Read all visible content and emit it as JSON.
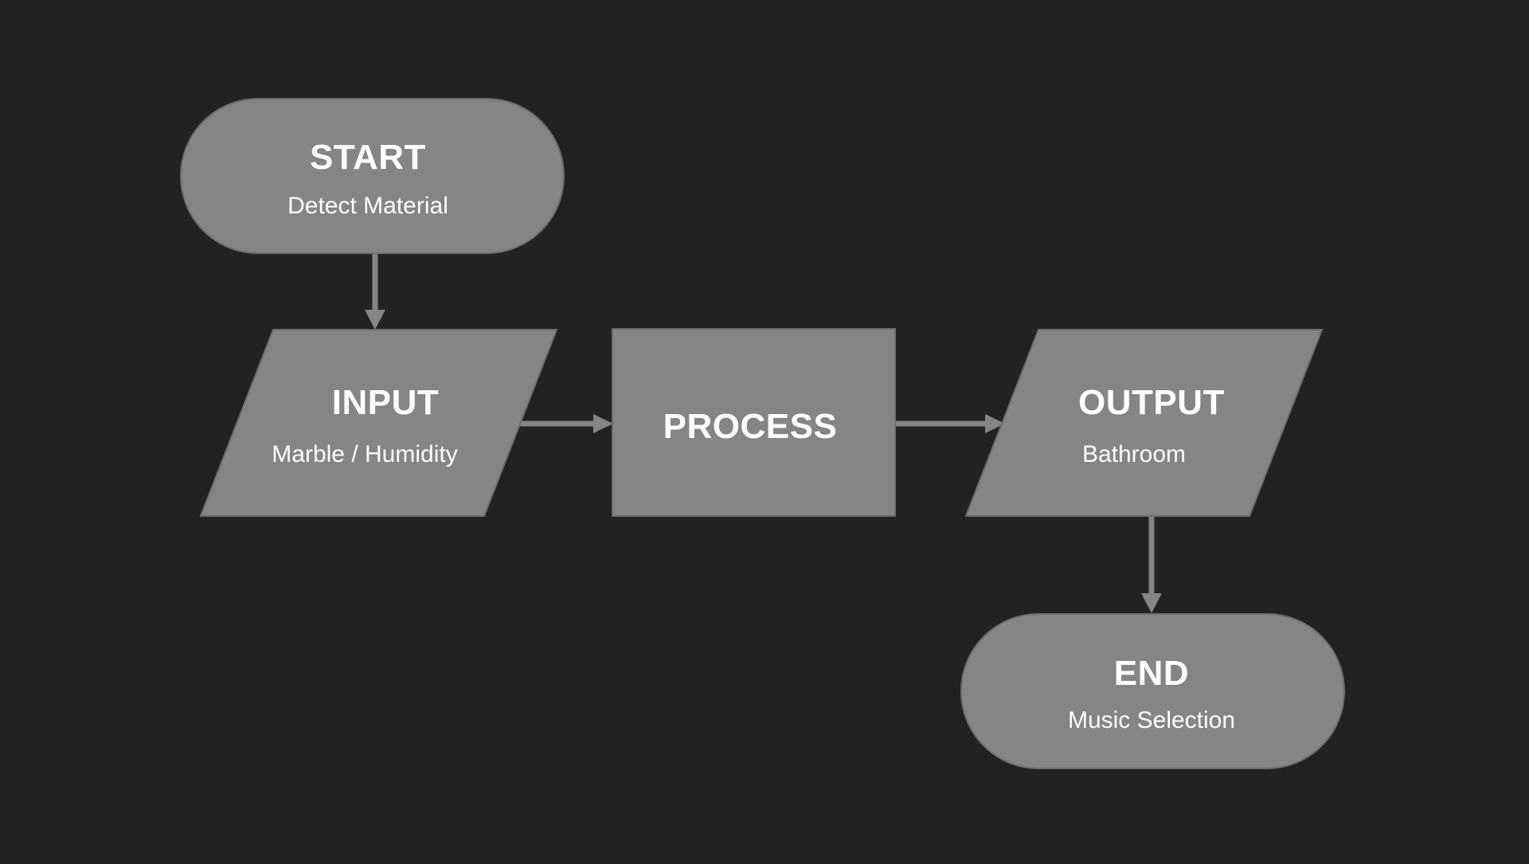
{
  "diagram": {
    "colors": {
      "background": "#222222",
      "shape_fill": "#858585",
      "connector": "#858585",
      "text": "#ffffff"
    },
    "nodes": {
      "start": {
        "shape": "terminator",
        "title": "START",
        "subtitle": "Detect Material"
      },
      "input": {
        "shape": "parallelogram",
        "title": "INPUT",
        "subtitle": "Marble / Humidity"
      },
      "process": {
        "shape": "rectangle",
        "title": "PROCESS"
      },
      "output": {
        "shape": "parallelogram",
        "title": "OUTPUT",
        "subtitle": "Bathroom"
      },
      "end": {
        "shape": "terminator",
        "title": "END",
        "subtitle": "Music Selection"
      }
    },
    "edges": [
      {
        "from": "START",
        "to": "INPUT"
      },
      {
        "from": "INPUT",
        "to": "PROCESS"
      },
      {
        "from": "PROCESS",
        "to": "OUTPUT"
      },
      {
        "from": "OUTPUT",
        "to": "END"
      }
    ]
  }
}
